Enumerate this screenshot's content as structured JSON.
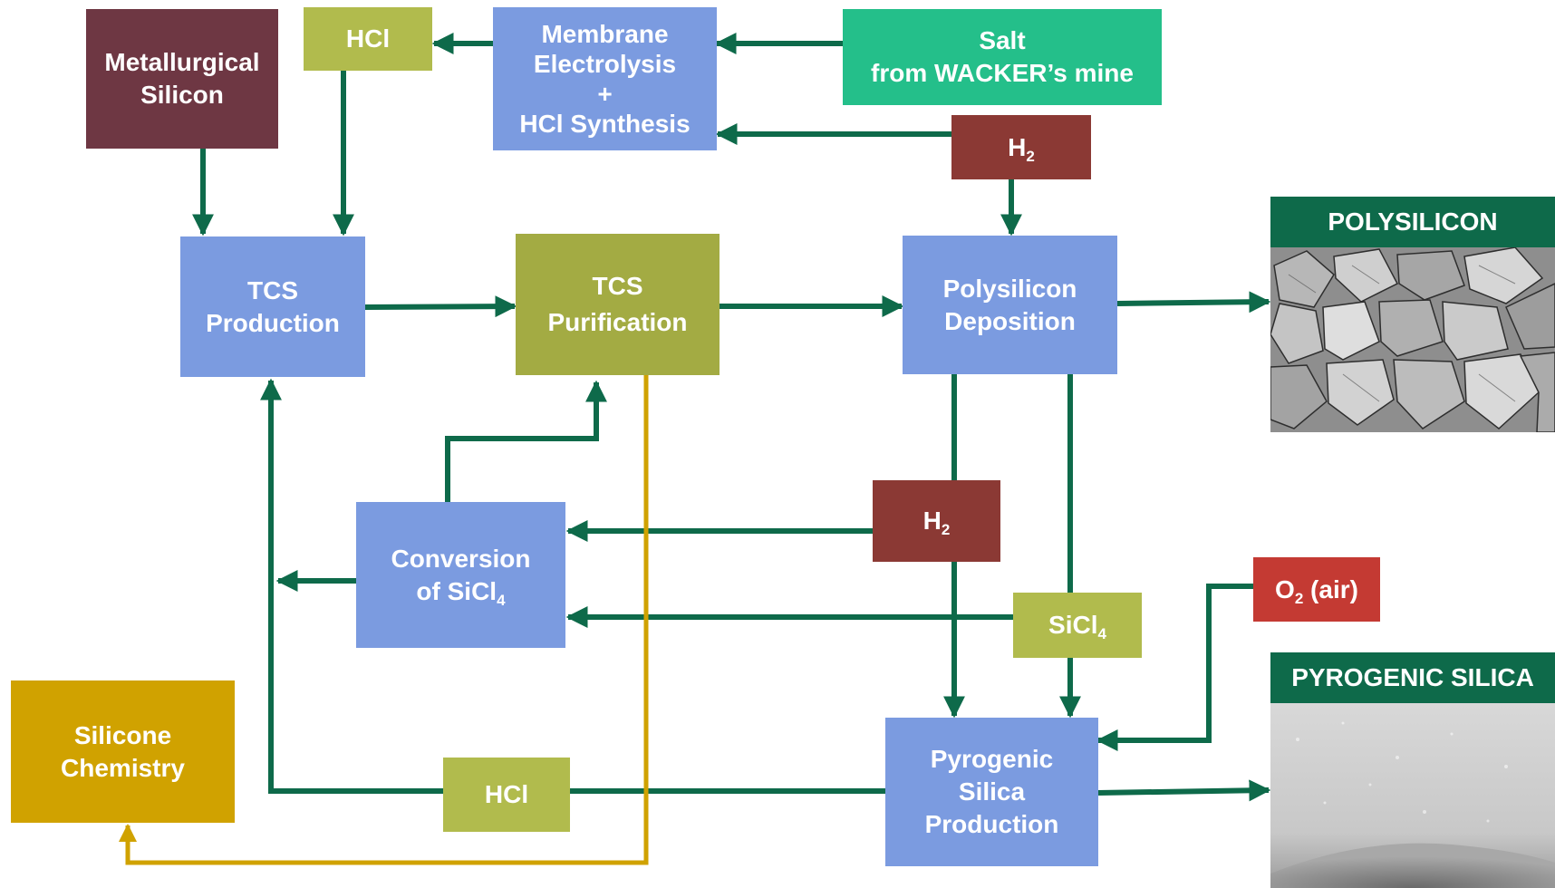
{
  "colors": {
    "arrow_green": "#0e6a4a",
    "arrow_gold": "#d0a200",
    "process_blue": "#7b9be0",
    "olive": "#a3ab43",
    "lime": "#b1bb4d",
    "salt_green": "#24bf8a",
    "metallurgical_maroon": "#6e3743",
    "h2_brown": "#8b3934",
    "o2_red": "#c43a33",
    "silicone_gold": "#d0a200",
    "panel_header_green": "#0e6a4a"
  },
  "nodes": {
    "metallurgical_silicon": {
      "line1": "Metallurgical",
      "line2": "Silicon"
    },
    "hcl_top": {
      "label": "HCl"
    },
    "membrane": {
      "line1": "Membrane",
      "line2": "Electrolysis",
      "line3": "+",
      "line4": "HCl Synthesis"
    },
    "salt": {
      "line1": "Salt",
      "line2": "from WACKER’s mine"
    },
    "h2_top": {
      "base": "H",
      "sub": "2"
    },
    "tcs_production": {
      "line1": "TCS",
      "line2": "Production"
    },
    "tcs_purification": {
      "line1": "TCS",
      "line2": "Purification"
    },
    "polysilicon_deposition": {
      "line1": "Polysilicon",
      "line2": "Deposition"
    },
    "h2_mid": {
      "base": "H",
      "sub": "2"
    },
    "conversion": {
      "line1": "Conversion",
      "line2_base": "of SiCl",
      "line2_sub": "4"
    },
    "sicl4": {
      "base": "SiCl",
      "sub": "4"
    },
    "o2_air": {
      "base": "O",
      "sub": "2",
      "rest": " (air)"
    },
    "silicone_chemistry": {
      "line1": "Silicone",
      "line2": "Chemistry"
    },
    "hcl_bottom": {
      "label": "HCl"
    },
    "pyrogenic_production": {
      "line1": "Pyrogenic",
      "line2": "Silica",
      "line3": "Production"
    }
  },
  "products": {
    "polysilicon": {
      "title": "POLYSILICON",
      "photo_icon": "polysilicon-chunks-photo"
    },
    "pyrogenic_silica": {
      "title": "PYROGENIC SILICA",
      "photo_icon": "silica-powder-photo"
    }
  }
}
